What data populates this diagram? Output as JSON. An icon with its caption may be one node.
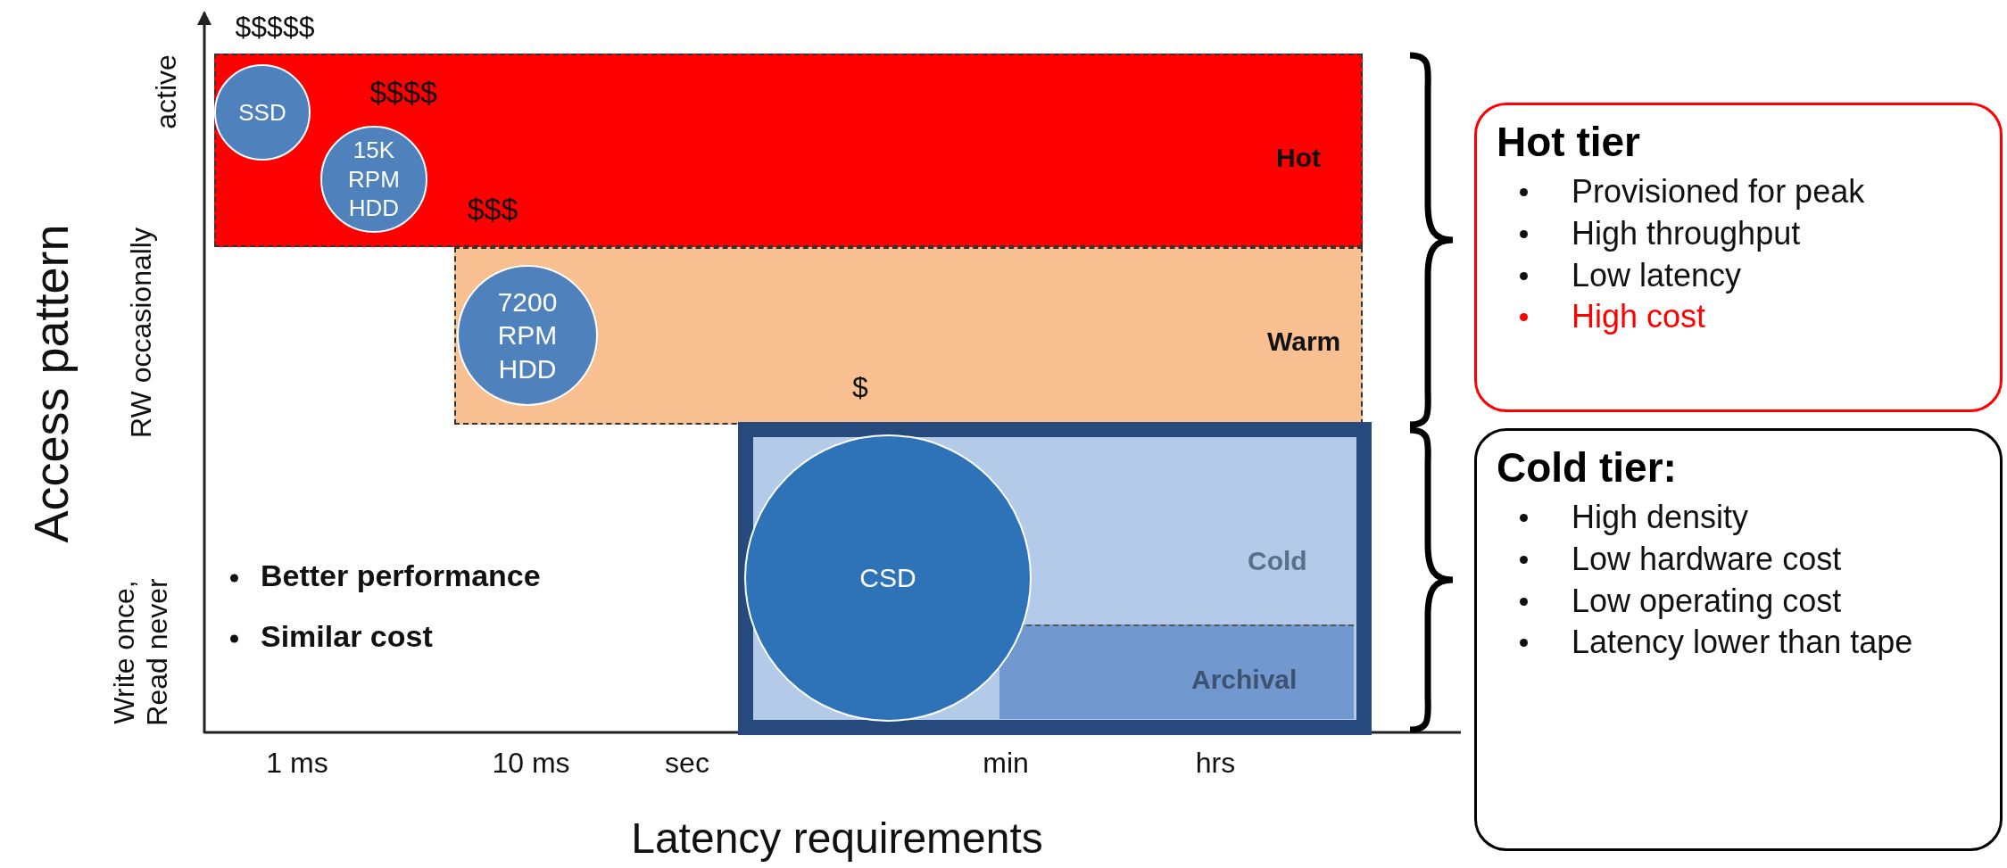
{
  "diagram": {
    "nodes": [
      {
        "text": [
          "Hot"
        ]
      },
      {
        "text": [
          "SSD"
        ],
        "in": 0
      },
      {
        "text": [
          "15K RPM HDD"
        ],
        "in": 0
      },
      {
        "text": [
          "Warm"
        ]
      },
      {
        "text": [
          "7200 RPM HDD"
        ],
        "in": 3
      },
      {
        "text": [
          "Cold"
        ]
      },
      {
        "text": [
          "Archival"
        ],
        "in": 5
      },
      {
        "text": [
          "CSD"
        ],
        "in": 5
      },
      {
        "text": [
          "Hot tier",
          "Provisioned for peak",
          "High throughput",
          "Low latency",
          "High cost"
        ]
      },
      {
        "text": [
          "Cold tier:",
          "High density",
          "Low hardware cost",
          "Low operating cost",
          "Latency lower than tape"
        ]
      }
    ],
    "labels": [
      "$$$$$",
      "$$$$",
      "$$$",
      "$",
      "active",
      "RW occasionally",
      "Write once, Read never",
      "Access pattern",
      "Better performance",
      "Similar cost",
      "1 ms",
      "10 ms",
      "sec",
      "min",
      "hrs",
      "Latency requirements"
    ]
  }
}
